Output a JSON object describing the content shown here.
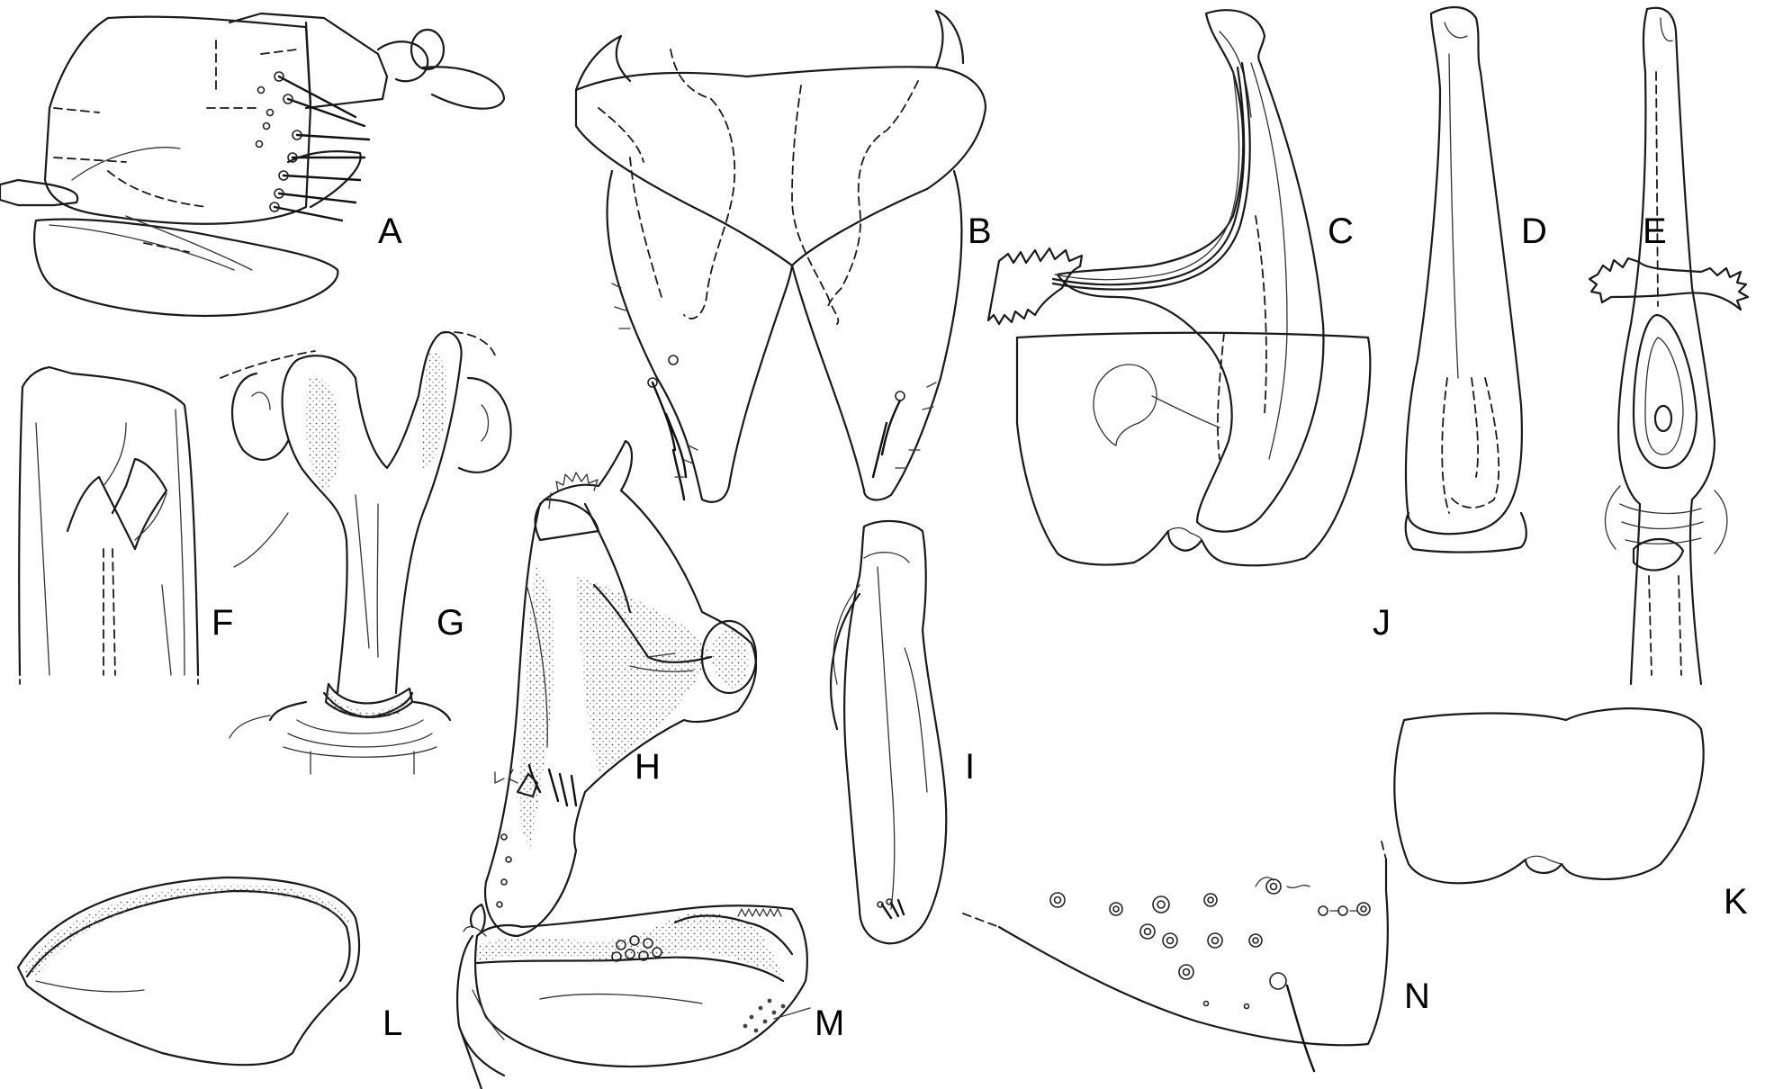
{
  "figure": {
    "panels": [
      {
        "key": "A",
        "label": "A"
      },
      {
        "key": "B",
        "label": "B"
      },
      {
        "key": "C",
        "label": "C"
      },
      {
        "key": "D",
        "label": "D"
      },
      {
        "key": "E",
        "label": "E"
      },
      {
        "key": "F",
        "label": "F"
      },
      {
        "key": "G",
        "label": "G"
      },
      {
        "key": "H",
        "label": "H"
      },
      {
        "key": "I",
        "label": "I"
      },
      {
        "key": "J",
        "label": "J"
      },
      {
        "key": "K",
        "label": "K"
      },
      {
        "key": "L",
        "label": "L"
      },
      {
        "key": "M",
        "label": "M"
      },
      {
        "key": "N",
        "label": "N"
      }
    ]
  }
}
